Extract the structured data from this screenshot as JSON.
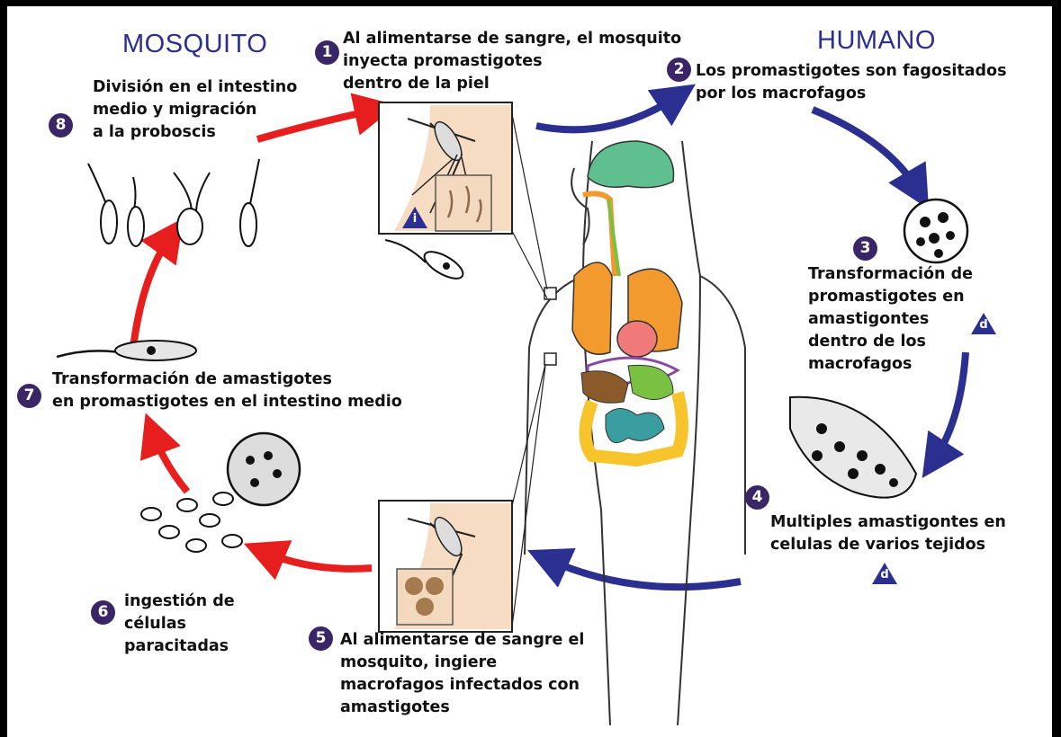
{
  "headers": {
    "mosquito": "MOSQUITO",
    "human": "HUMANO"
  },
  "steps": [
    {
      "num": "1",
      "text": "Al alimentarse de sangre, el mosquito\ninyecta promastigotes\ndentro de la piel"
    },
    {
      "num": "2",
      "text": "Los promastigotes son fagositados\npor los macrofagos"
    },
    {
      "num": "3",
      "text": "Transformación de\npromastigotes en\namastigontes\ndentro de los\nmacrofagos"
    },
    {
      "num": "4",
      "text": "Multiples amastigontes en\ncelulas de varios tejidos"
    },
    {
      "num": "5",
      "text": "Al alimentarse de sangre el\nmosquito, ingiere\nmacrofagos infectados con\namastigotes"
    },
    {
      "num": "6",
      "text": "ingestión de\ncélulas\nparacitadas"
    },
    {
      "num": "7",
      "text": "Transformación de amastigotes\nen promastigotes en el intestino medio"
    },
    {
      "num": "8",
      "text": "División en el intestino\nmedio y migración\na la proboscis"
    }
  ],
  "stage_markers": {
    "infective": "i",
    "diagnostic": "d"
  },
  "colors": {
    "human_arrow": "#2b2f8f",
    "mosquito_arrow": "#e61e1e",
    "step_badge": "#3a2566",
    "brain": "#5fbf8f",
    "lungs": "#f29a2e",
    "heart": "#f07a7a",
    "liver": "#8b5a2b",
    "stomach": "#7ac043",
    "colon": "#f7c52b",
    "small_intestine": "#3a9ea0",
    "skin_patch": "#f6dcc2"
  },
  "icons": [
    "mosquito-icon",
    "promastigote-icon",
    "macrophage-icon",
    "amastigote-icon",
    "human-body-icon"
  ]
}
